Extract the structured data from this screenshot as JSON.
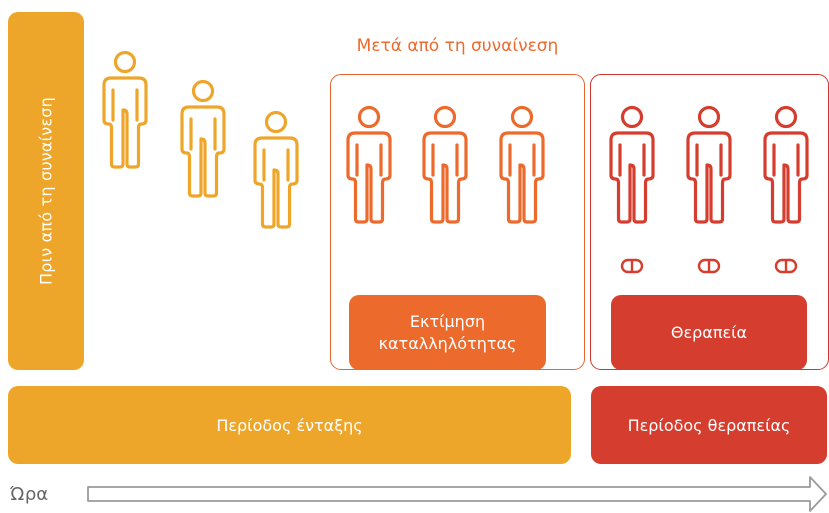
{
  "before_label": "Πριν από τη συναίνεση",
  "after_label": "Μετά από τη συναίνεση",
  "eligibility_label": "Εκτίμηση καταλληλότητας",
  "treatment_label": "Θεραπεία",
  "onboarding_period": "Περίοδος ένταξης",
  "treatment_period": "Περίοδος θεραπείας",
  "time_label": "Ώρα",
  "colors": {
    "yellow": "#EEA62A",
    "orange": "#EC6A2C",
    "red": "#D53D2E",
    "arrow_gray": "#9a9a9a"
  },
  "icons": {
    "person": "person-icon",
    "pill": "pill-icon",
    "arrow": "time-arrow-icon"
  }
}
